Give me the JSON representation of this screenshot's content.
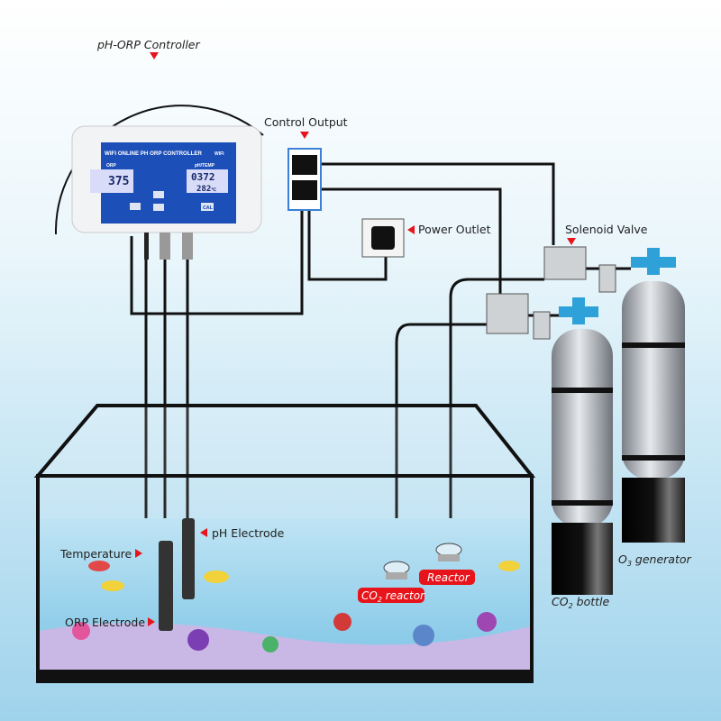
{
  "labels": {
    "controller": "pH-ORP Controller",
    "control_output": "Control Output",
    "power_outlet": "Power Outlet",
    "solenoid_valve": "Solenoid Valve",
    "ph_electrode": "pH Electrode",
    "temperature": "Temperature",
    "orp_electrode": "ORP Electrode",
    "co2_reactor": {
      "main": "CO",
      "sub": "2",
      "rest": " reactor"
    },
    "reactor": "Reactor",
    "co2_bottle": {
      "main": "CO",
      "sub": "2",
      "rest": " bottle"
    },
    "o3_generator": {
      "main": "O",
      "sub": "3",
      "rest": " generator"
    }
  },
  "device": {
    "title": "WIFI ONLINE PH ORP CONTROLLER",
    "wifi": "WIFI",
    "orp_label": "ORP",
    "ph_temp_label": "pH/TEMP",
    "orp_value": "375",
    "ph_value": "0372",
    "temp_value": "282",
    "temp_unit": "℃",
    "cal_label": "CAL"
  },
  "colors": {
    "accent_red": "#e8141b",
    "device_blue": "#1d4fb8",
    "water": "#9fd3ec"
  }
}
